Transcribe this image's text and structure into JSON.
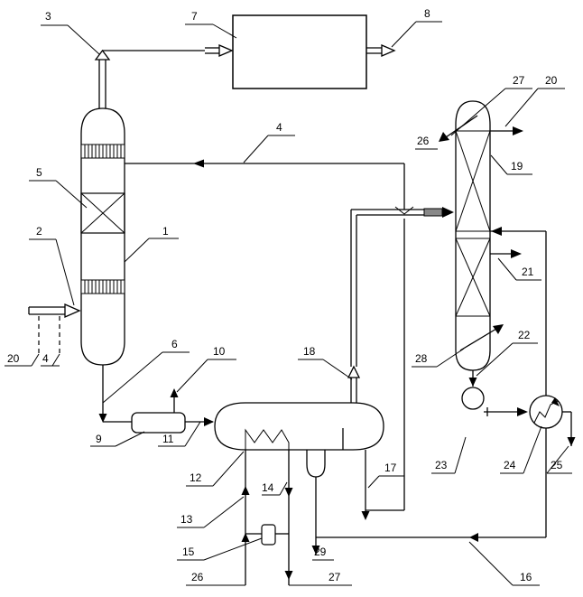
{
  "labels": {
    "l1": "1",
    "l2": "2",
    "l3": "3",
    "l4a": "4",
    "l4b": "4",
    "l5": "5",
    "l6": "6",
    "l7": "7",
    "l8": "8",
    "l9": "9",
    "l10": "10",
    "l11": "11",
    "l12": "12",
    "l13": "13",
    "l14": "14",
    "l15": "15",
    "l16": "16",
    "l17": "17",
    "l18": "18",
    "l19": "19",
    "l20a": "20",
    "l20b": "20",
    "l21": "21",
    "l22": "22",
    "l23": "23",
    "l24": "24",
    "l25": "25",
    "l26a": "26",
    "l26b": "26",
    "l27a": "27",
    "l27b": "27",
    "l28": "28",
    "l29": "29"
  }
}
